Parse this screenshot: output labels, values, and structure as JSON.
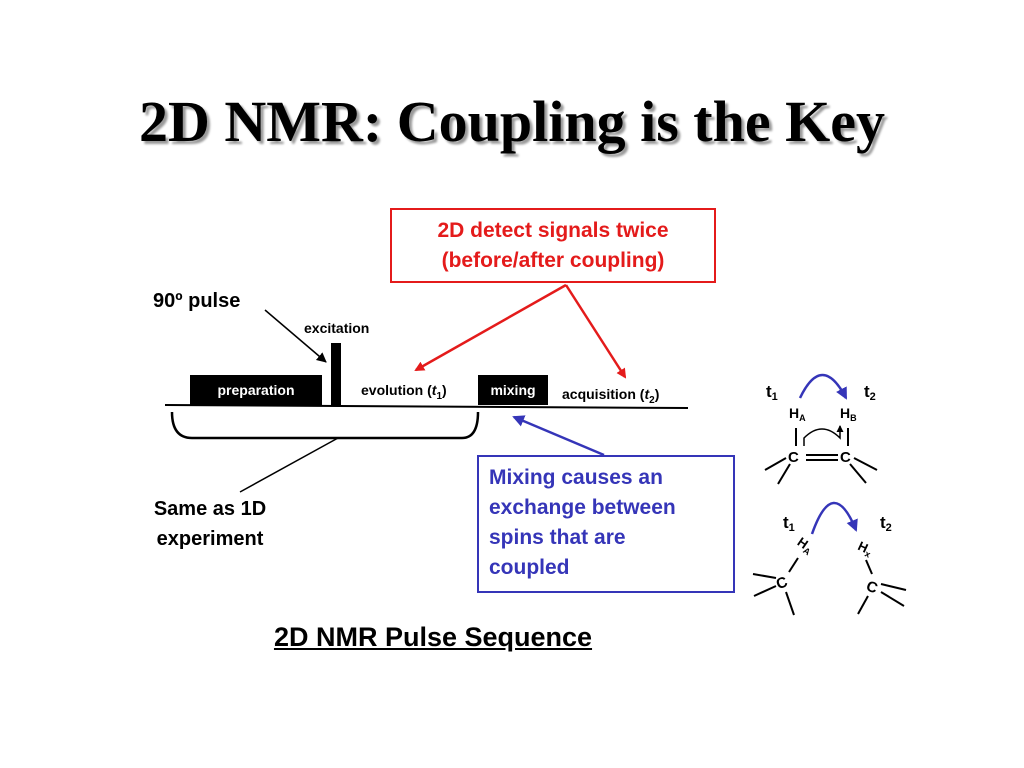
{
  "title": "2D NMR: Coupling is the Key",
  "callout_red": {
    "line1": "2D detect signals twice",
    "line2": "(before/after coupling)"
  },
  "callout_blue": {
    "lines": [
      "Mixing causes an",
      "exchange between",
      "spins that are",
      "coupled"
    ]
  },
  "pulse_label": "90º pulse",
  "same_as": {
    "line1": "Same as 1D",
    "line2": "experiment"
  },
  "caption": "2D NMR Pulse Sequence",
  "sequence": {
    "excitation": "excitation",
    "preparation": "preparation",
    "evolution_prefix": "evolution (",
    "evolution_var": "t",
    "evolution_sub": "1",
    "evolution_suffix": ")",
    "mixing": "mixing",
    "acquisition_prefix": "acquisition (",
    "acquisition_var": "t",
    "acquisition_sub": "2",
    "acquisition_suffix": ")"
  },
  "molecule_top": {
    "t1": "t",
    "t1_sub": "1",
    "t2": "t",
    "t2_sub": "2",
    "ha": "H",
    "ha_sub": "A",
    "hb": "H",
    "hb_sub": "B",
    "c": "C"
  },
  "molecule_bottom": {
    "t1": "t",
    "t1_sub": "1",
    "t2": "t",
    "t2_sub": "2",
    "ha": "H",
    "ha_sub": "A",
    "hx": "H",
    "hx_sub": "x",
    "c": "C"
  },
  "colors": {
    "red": "#e41b1b",
    "blue": "#3535b8"
  }
}
